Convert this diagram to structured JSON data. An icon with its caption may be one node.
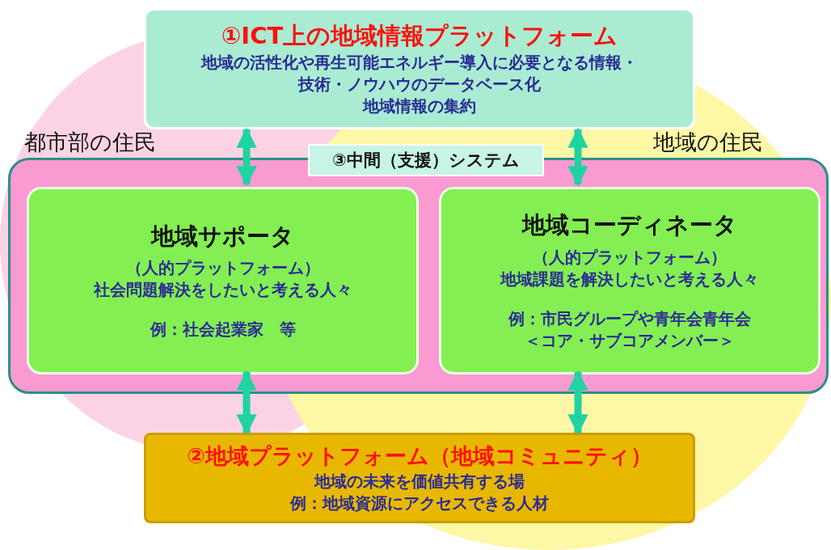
{
  "diagram": {
    "nodes": [
      {
        "text": [
          "①ICT上の地域情報プラットフォーム",
          "地域の活性化や再生可能エネルギー導入に必要となる情報・技術・ノウハウのデータベース化",
          "地域情報の集約"
        ]
      },
      {
        "text": [
          "③中間（支援）システム"
        ]
      },
      {
        "text": [
          "地域サポータ",
          "（人的プラットフォーム）",
          "社会問題解決をしたいと考える人々",
          "例：社会起業家　等"
        ],
        "in": 1
      },
      {
        "text": [
          "地域コーディネータ",
          "（人的プラットフォーム）",
          "地域課題を解決したいと考える人々",
          "例：市民グループや青年会青年会",
          "＜コア・サブコアメンバー＞"
        ],
        "in": 1
      },
      {
        "text": [
          "②地域プラットフォーム（地域コミュニティ）",
          "地域の未来を価値共有する場",
          "例：地域資源にアクセスできる人材"
        ]
      }
    ],
    "edges": [
      {
        "from": 0,
        "to": 2,
        "arrow": "both"
      },
      {
        "from": 0,
        "to": 3,
        "arrow": "both"
      },
      {
        "from": 2,
        "to": 4,
        "arrow": "both"
      },
      {
        "from": 3,
        "to": 4,
        "arrow": "both"
      }
    ],
    "labels": [
      "都市部の住民",
      "地域の住民"
    ]
  }
}
